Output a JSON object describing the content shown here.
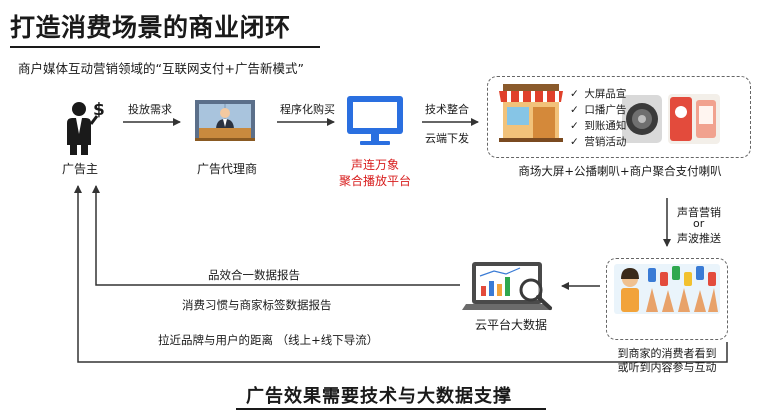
{
  "title": "打造消费场景的商业闭环",
  "subtitle": "商户媒体互动营销领域的“互联网支付+广告新模式”",
  "nodes": {
    "advertiser": "广告主",
    "agency": "广告代理商",
    "platform_line1": "声连万象",
    "platform_line2": "聚合播放平台",
    "merchant": "商场大屏+公播喇叭+商户聚合支付喇叭",
    "consumer_line1": "到商家的消费者看到",
    "consumer_line2": "或听到内容参与互动",
    "cloud": "云平台大数据"
  },
  "arrows": {
    "a1": "投放需求",
    "a2": "程序化购买",
    "a3_top": "技术整合",
    "a3_bottom": "云端下发",
    "a4_line1": "声音营销",
    "a4_line2": "or",
    "a4_line3": "声波推送"
  },
  "features": [
    "大屏品宣",
    "口播广告",
    "到账通知",
    "营销活动"
  ],
  "check_mark": "✓",
  "reports": [
    "品效合一数据报告",
    "消费习惯与商家标签数据报告",
    "拉近品牌与用户的距离  （线上+线下导流）"
  ],
  "bottom_title": "广告效果需要技术与大数据支撑",
  "colors": {
    "accent_red": "#d81e1e",
    "screen_blue": "#2a6fe0",
    "text": "#1a1a1a"
  }
}
